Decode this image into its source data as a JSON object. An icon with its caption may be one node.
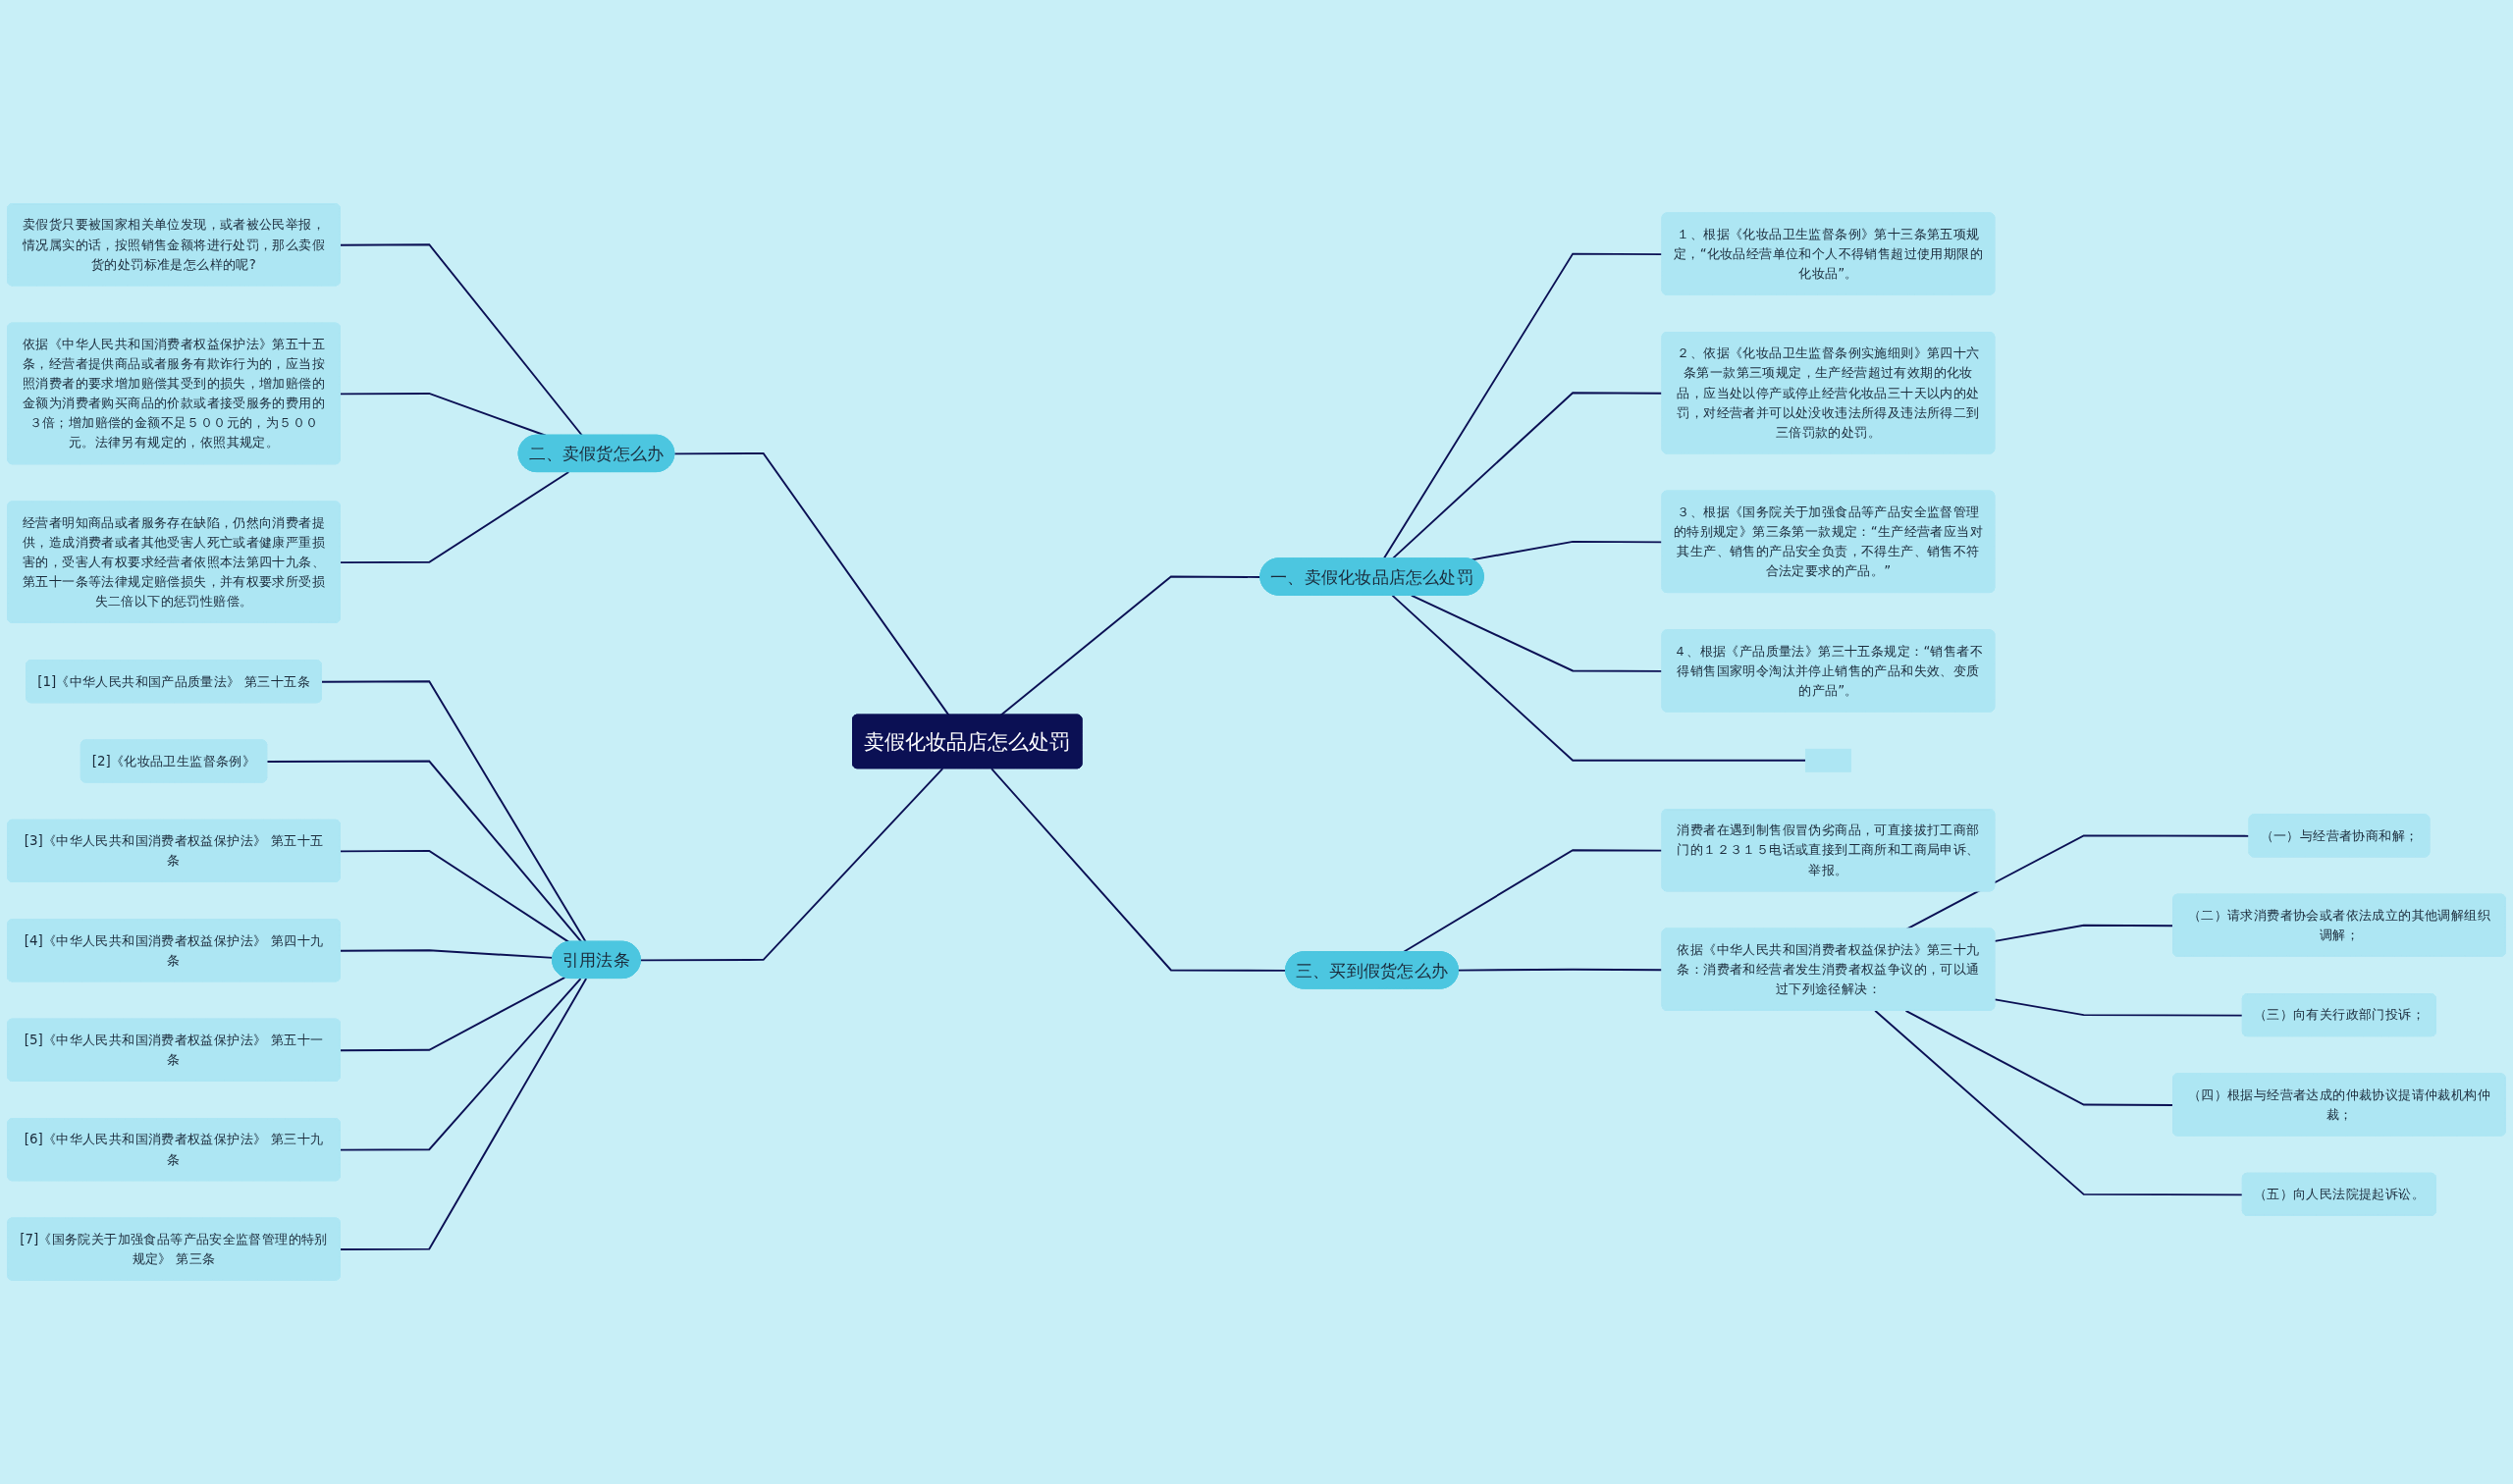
{
  "diagram": {
    "nodes": [
      {
        "text": [
          "卖假化妆品店怎么处罚"
        ]
      },
      {
        "text": [
          "一、卖假化妆品店怎么处罚"
        ]
      },
      {
        "text": [
          "１、根据《化妆品卫生监督条例》第十三条第五项规定，“化妆品经营单位和个人不得销售超过使用期限的化妆品”。"
        ]
      },
      {
        "text": [
          "２、依据《化妆品卫生监督条例实施细则》第四十六条第一款第三项规定，生产经营超过有效期的化妆品，应当处以停产或停止经营化妆品三十天以内的处罚，对经营者并可以处没收违法所得及违法所得二到三倍罚款的处罚。"
        ]
      },
      {
        "text": [
          "３、根据《国务院关于加强食品等产品安全监督管理的特别规定》第三条第一款规定：“生产经营者应当对其生产、销售的产品安全负责，不得生产、销售不符合法定要求的产品。”"
        ]
      },
      {
        "text": [
          "４、根据《产品质量法》第三十五条规定：“销售者不得销售国家明令淘汰并停止销售的产品和失效、变质的产品”。"
        ]
      },
      {
        "text": [],
        "shape": "box"
      },
      {
        "text": [
          "二、卖假货怎么办"
        ]
      },
      {
        "text": [
          "卖假货只要被国家相关单位发现，或者被公民举报，情况属实的话，按照销售金额将进行处罚，那么卖假货的处罚标准是怎么样的呢?"
        ]
      },
      {
        "text": [
          "依据《中华人民共和国消费者权益保护法》第五十五条，经营者提供商品或者服务有欺诈行为的，应当按照消费者的要求增加赔偿其受到的损失，增加赔偿的金额为消费者购买商品的价款或者接受服务的费用的３倍；增加赔偿的金额不足５００元的，为５００元。法律另有规定的，依照其规定。"
        ]
      },
      {
        "text": [
          "经营者明知商品或者服务存在缺陷，仍然向消费者提供，造成消费者或者其他受害人死亡或者健康严重损害的，受害人有权要求经营者依照本法第四十九条、第五十一条等法律规定赔偿损失，并有权要求所受损失二倍以下的惩罚性赔偿。"
        ]
      },
      {
        "text": [
          "三、买到假货怎么办"
        ]
      },
      {
        "text": [
          "消费者在遇到制售假冒伪劣商品，可直接拔打工商部门的１２３１５电话或直接到工商所和工商局申诉、举报。"
        ]
      },
      {
        "text": [
          "依据《中华人民共和国消费者权益保护法》第三十九条：消费者和经营者发生消费者权益争议的，可以通过下列途径解决："
        ]
      },
      {
        "text": [
          "（一）与经营者协商和解；"
        ]
      },
      {
        "text": [
          "（二）请求消费者协会或者依法成立的其他调解组织调解；"
        ]
      },
      {
        "text": [
          "（三）向有关行政部门投诉；"
        ]
      },
      {
        "text": [
          "（四）根据与经营者达成的仲裁协议提请仲裁机构仲裁；"
        ]
      },
      {
        "text": [
          "（五）向人民法院提起诉讼。"
        ]
      },
      {
        "text": [
          "引用法条"
        ]
      },
      {
        "text": [
          "[1]《中华人民共和国产品质量法》 第三十五条"
        ]
      },
      {
        "text": [
          "[2]《化妆品卫生监督条例》"
        ]
      },
      {
        "text": [
          "[3]《中华人民共和国消费者权益保护法》 第五十五条"
        ]
      },
      {
        "text": [
          "[4]《中华人民共和国消费者权益保护法》 第四十九条"
        ]
      },
      {
        "text": [
          "[5]《中华人民共和国消费者权益保护法》 第五十一条"
        ]
      },
      {
        "text": [
          "[6]《中华人民共和国消费者权益保护法》 第三十九条"
        ]
      },
      {
        "text": [
          "[7]《国务院关于加强食品等产品安全监督管理的特别规定》 第三条"
        ]
      }
    ],
    "edges": [
      {
        "from": 0,
        "to": 1,
        "arrow": "none"
      },
      {
        "from": 1,
        "to": 2,
        "arrow": "none"
      },
      {
        "from": 1,
        "to": 3,
        "arrow": "none"
      },
      {
        "from": 1,
        "to": 4,
        "arrow": "none"
      },
      {
        "from": 1,
        "to": 5,
        "arrow": "none"
      },
      {
        "from": 1,
        "to": 6,
        "arrow": "none"
      },
      {
        "from": 0,
        "to": 7,
        "arrow": "none"
      },
      {
        "from": 7,
        "to": 8,
        "arrow": "none"
      },
      {
        "from": 7,
        "to": 9,
        "arrow": "none"
      },
      {
        "from": 7,
        "to": 10,
        "arrow": "none"
      },
      {
        "from": 0,
        "to": 11,
        "arrow": "none"
      },
      {
        "from": 11,
        "to": 12,
        "arrow": "none"
      },
      {
        "from": 11,
        "to": 13,
        "arrow": "none"
      },
      {
        "from": 13,
        "to": 14,
        "arrow": "none"
      },
      {
        "from": 13,
        "to": 15,
        "arrow": "none"
      },
      {
        "from": 13,
        "to": 16,
        "arrow": "none"
      },
      {
        "from": 13,
        "to": 17,
        "arrow": "none"
      },
      {
        "from": 13,
        "to": 18,
        "arrow": "none"
      },
      {
        "from": 0,
        "to": 19,
        "arrow": "none"
      },
      {
        "from": 19,
        "to": 20,
        "arrow": "none"
      },
      {
        "from": 19,
        "to": 21,
        "arrow": "none"
      },
      {
        "from": 19,
        "to": 22,
        "arrow": "none"
      },
      {
        "from": 19,
        "to": 23,
        "arrow": "none"
      },
      {
        "from": 19,
        "to": 24,
        "arrow": "none"
      },
      {
        "from": 19,
        "to": 25,
        "arrow": "none"
      },
      {
        "from": 19,
        "to": 26,
        "arrow": "none"
      }
    ]
  }
}
